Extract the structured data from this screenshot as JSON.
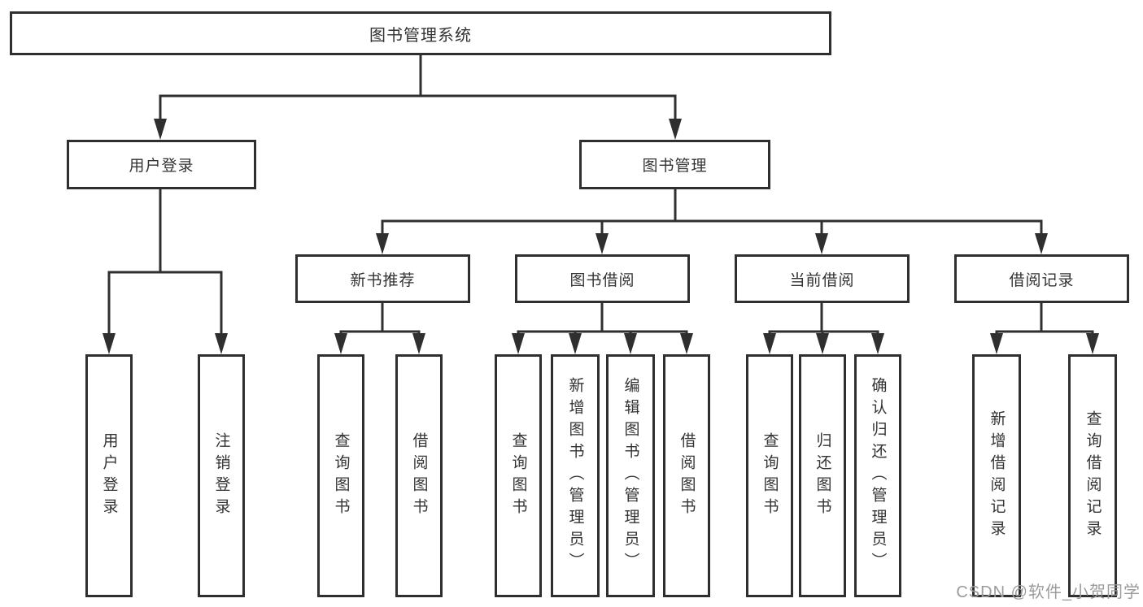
{
  "tree": {
    "label": "图书管理系统",
    "children": [
      {
        "label": "用户登录",
        "children": [
          {
            "label": "用户登录"
          },
          {
            "label": "注销登录"
          }
        ]
      },
      {
        "label": "图书管理",
        "children": [
          {
            "label": "新书推荐",
            "children": [
              {
                "label": "查询图书"
              },
              {
                "label": "借阅图书"
              }
            ]
          },
          {
            "label": "图书借阅",
            "children": [
              {
                "label": "查询图书"
              },
              {
                "label": "新增图书（管理员）"
              },
              {
                "label": "编辑图书（管理员）"
              },
              {
                "label": "借阅图书"
              }
            ]
          },
          {
            "label": "当前借阅",
            "children": [
              {
                "label": "查询图书"
              },
              {
                "label": "归还图书"
              },
              {
                "label": "确认归还（管理员）"
              }
            ]
          },
          {
            "label": "借阅记录",
            "children": [
              {
                "label": "新增借阅记录"
              },
              {
                "label": "查询借阅记录"
              }
            ]
          }
        ]
      }
    ]
  },
  "watermark": {
    "text": "CSDN @软件_小贺同学"
  },
  "colors": {
    "line": "#2f2f2f",
    "box_border": "#2f2f2f",
    "text": "#333333",
    "watermark": "#9b9b9b",
    "background": "#ffffff"
  }
}
